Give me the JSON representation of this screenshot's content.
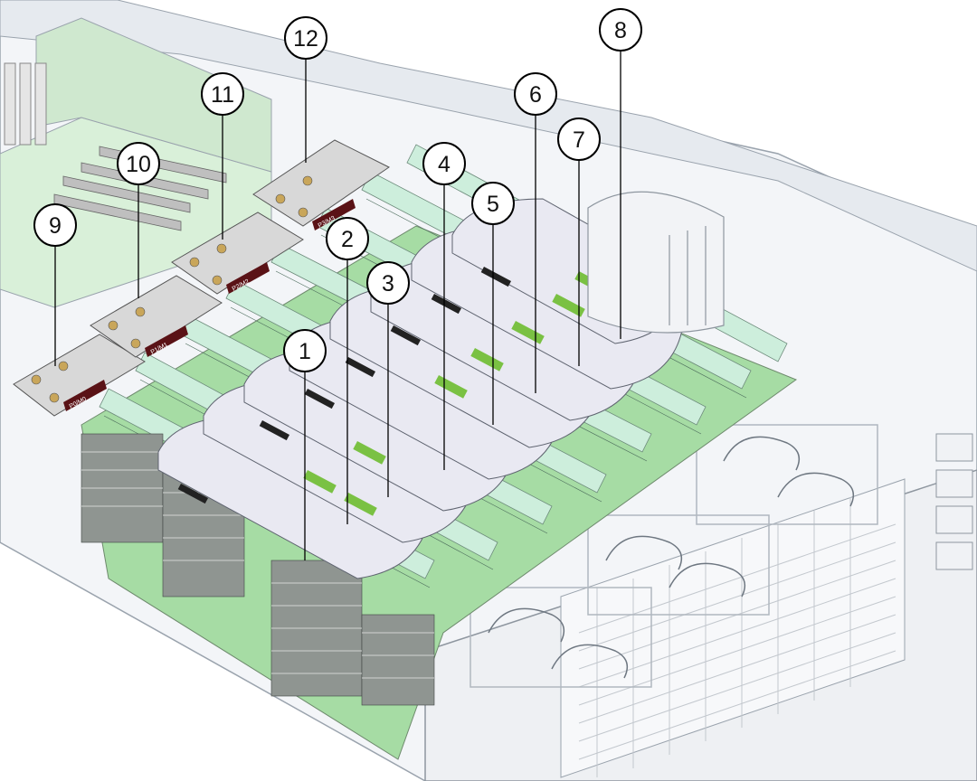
{
  "figure": {
    "callouts": [
      {
        "label": "1"
      },
      {
        "label": "2"
      },
      {
        "label": "3"
      },
      {
        "label": "4"
      },
      {
        "label": "5"
      },
      {
        "label": "6"
      },
      {
        "label": "7"
      },
      {
        "label": "8"
      },
      {
        "label": "9"
      },
      {
        "label": "10"
      },
      {
        "label": "11"
      },
      {
        "label": "12"
      }
    ],
    "psu_labels": [
      "P0/M0",
      "P1/M1",
      "P2/M2",
      "P3/M3"
    ],
    "colors": {
      "chassis": "#eef2f6",
      "board": "#9bd89a",
      "dimm": "#c9e9d5",
      "cover": "#e8e8f0",
      "label_green": "#7ac143",
      "heatsink": "#d8d8d8",
      "outline": "#333333"
    }
  }
}
